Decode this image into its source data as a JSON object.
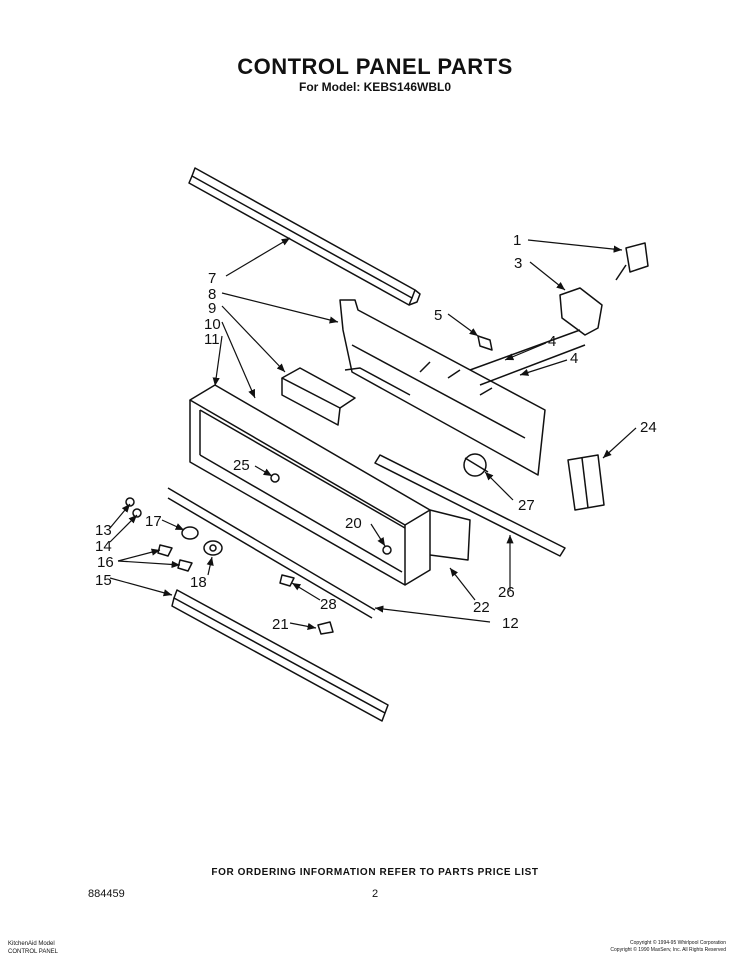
{
  "header": {
    "title": "CONTROL PANEL PARTS",
    "subtitle": "For Model: KEBS146WBL0"
  },
  "callouts": [
    {
      "id": "c1",
      "label": "1"
    },
    {
      "id": "c3",
      "label": "3"
    },
    {
      "id": "c4a",
      "label": "4"
    },
    {
      "id": "c4b",
      "label": "4"
    },
    {
      "id": "c5",
      "label": "5"
    },
    {
      "id": "c7",
      "label": "7"
    },
    {
      "id": "c8",
      "label": "8"
    },
    {
      "id": "c9",
      "label": "9"
    },
    {
      "id": "c10",
      "label": "10"
    },
    {
      "id": "c11",
      "label": "11"
    },
    {
      "id": "c12",
      "label": "12"
    },
    {
      "id": "c13",
      "label": "13"
    },
    {
      "id": "c14",
      "label": "14"
    },
    {
      "id": "c15",
      "label": "15"
    },
    {
      "id": "c16",
      "label": "16"
    },
    {
      "id": "c17",
      "label": "17"
    },
    {
      "id": "c18",
      "label": "18"
    },
    {
      "id": "c20",
      "label": "20"
    },
    {
      "id": "c21",
      "label": "21"
    },
    {
      "id": "c22",
      "label": "22"
    },
    {
      "id": "c24",
      "label": "24"
    },
    {
      "id": "c25",
      "label": "25"
    },
    {
      "id": "c26",
      "label": "26"
    },
    {
      "id": "c27",
      "label": "27"
    },
    {
      "id": "c28",
      "label": "28"
    }
  ],
  "footer": {
    "ordering_note": "FOR ORDERING INFORMATION REFER TO PARTS PRICE LIST",
    "part_number": "884459",
    "page_number": "2",
    "left_line1": "KitchenAid Model",
    "left_line2": "CONTROL PANEL",
    "right_line1": "Copyright © 1994-95 Whirlpool Corporation",
    "right_line2": "Copyright © 1990 MaxServ, Inc. All Rights Reserved"
  }
}
